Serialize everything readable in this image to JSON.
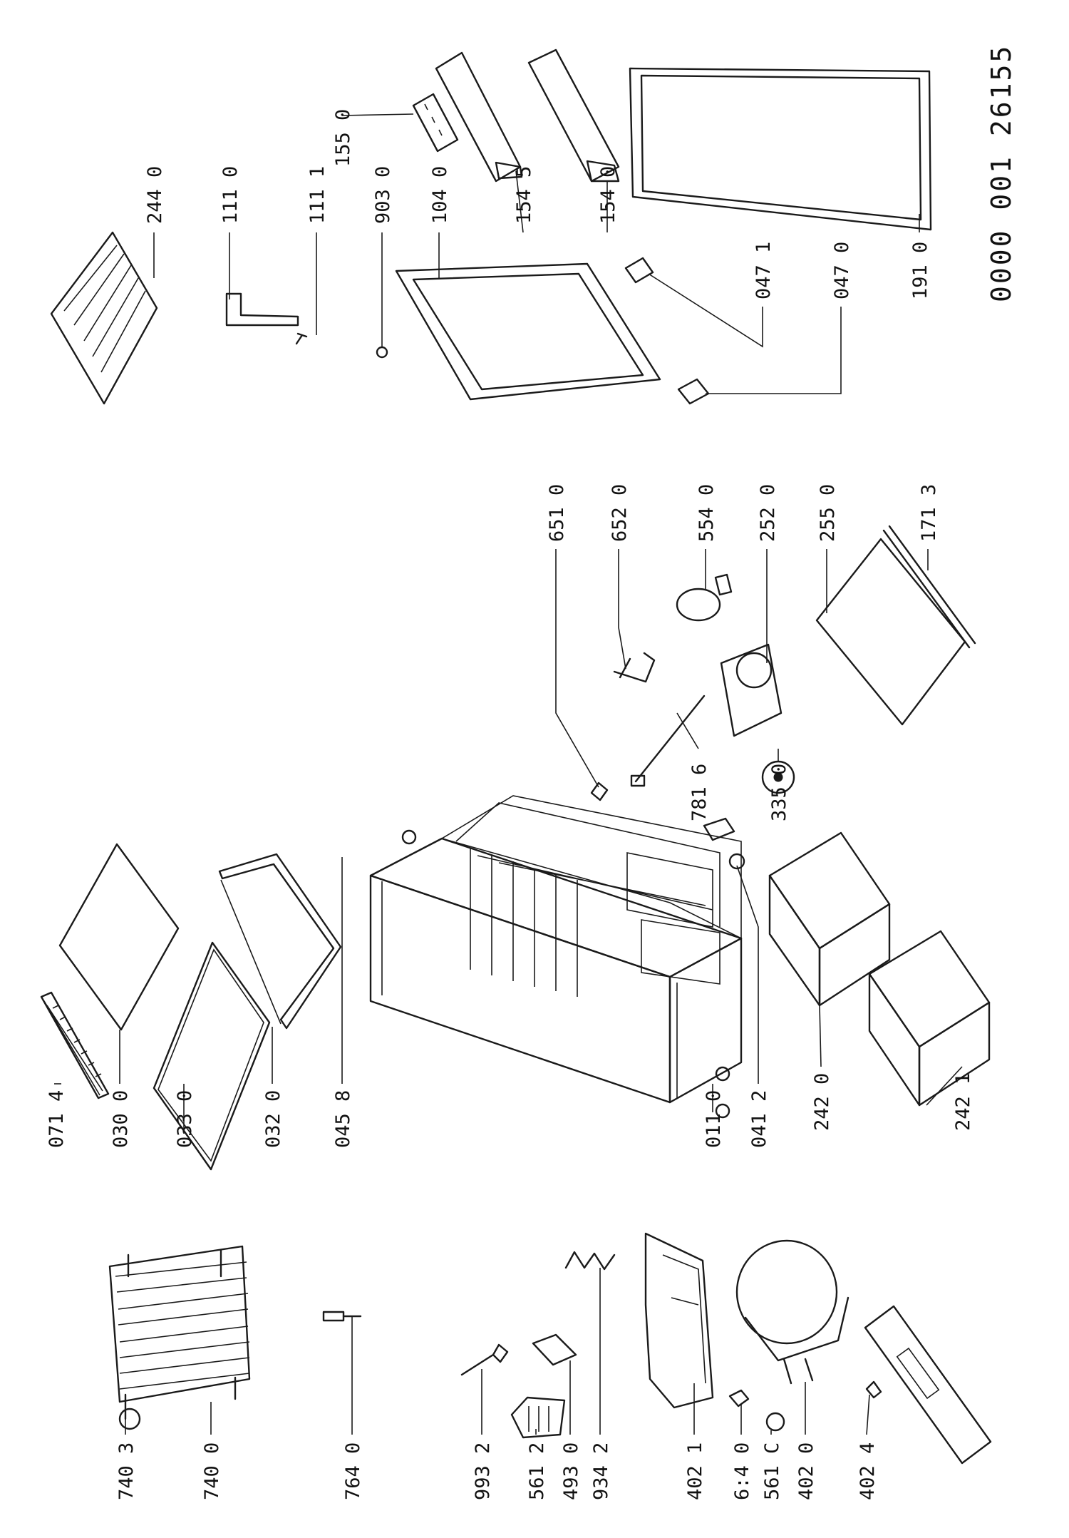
{
  "document": {
    "id": "0000 001 26155"
  },
  "parts": [
    {
      "key": "p0714",
      "label": "071 4"
    },
    {
      "key": "p0300",
      "label": "030 0"
    },
    {
      "key": "p0330",
      "label": "033 0"
    },
    {
      "key": "p0320",
      "label": "032 0"
    },
    {
      "key": "p0458",
      "label": "045 8"
    },
    {
      "key": "p0110",
      "label": "011 0"
    },
    {
      "key": "p0412",
      "label": "041 2"
    },
    {
      "key": "p2420",
      "label": "242 0"
    },
    {
      "key": "p2421",
      "label": "242 1"
    },
    {
      "key": "p7403",
      "label": "740 3"
    },
    {
      "key": "p7400",
      "label": "740 0"
    },
    {
      "key": "p7640",
      "label": "764 0"
    },
    {
      "key": "p9932",
      "label": "993 2"
    },
    {
      "key": "p5612",
      "label": "561 2"
    },
    {
      "key": "p4930",
      "label": "493 0"
    },
    {
      "key": "p9342",
      "label": "934 2"
    },
    {
      "key": "p4021",
      "label": "402 1"
    },
    {
      "key": "p6140",
      "label": "6:4 0"
    },
    {
      "key": "p561c",
      "label": "561 C"
    },
    {
      "key": "p4020",
      "label": "402 0"
    },
    {
      "key": "p4024",
      "label": "402 4"
    },
    {
      "key": "p6510",
      "label": "651 0"
    },
    {
      "key": "p6520",
      "label": "652 0"
    },
    {
      "key": "p5540",
      "label": "554 0"
    },
    {
      "key": "p2520",
      "label": "252 0"
    },
    {
      "key": "p2550",
      "label": "255 0"
    },
    {
      "key": "p1713",
      "label": "171 3"
    },
    {
      "key": "p7816",
      "label": "781 6"
    },
    {
      "key": "p3350",
      "label": "335 0"
    },
    {
      "key": "p2440",
      "label": "244 0"
    },
    {
      "key": "p1110",
      "label": "111 0"
    },
    {
      "key": "p1111",
      "label": "111 1"
    },
    {
      "key": "p9030",
      "label": "903 0"
    },
    {
      "key": "p1040",
      "label": "104 0"
    },
    {
      "key": "p1545",
      "label": "154 5"
    },
    {
      "key": "p1540",
      "label": "154 0"
    },
    {
      "key": "p1550",
      "label": "155 0"
    },
    {
      "key": "p0471",
      "label": "047 1"
    },
    {
      "key": "p0470",
      "label": "047 0"
    },
    {
      "key": "p1910",
      "label": "191 0"
    }
  ]
}
